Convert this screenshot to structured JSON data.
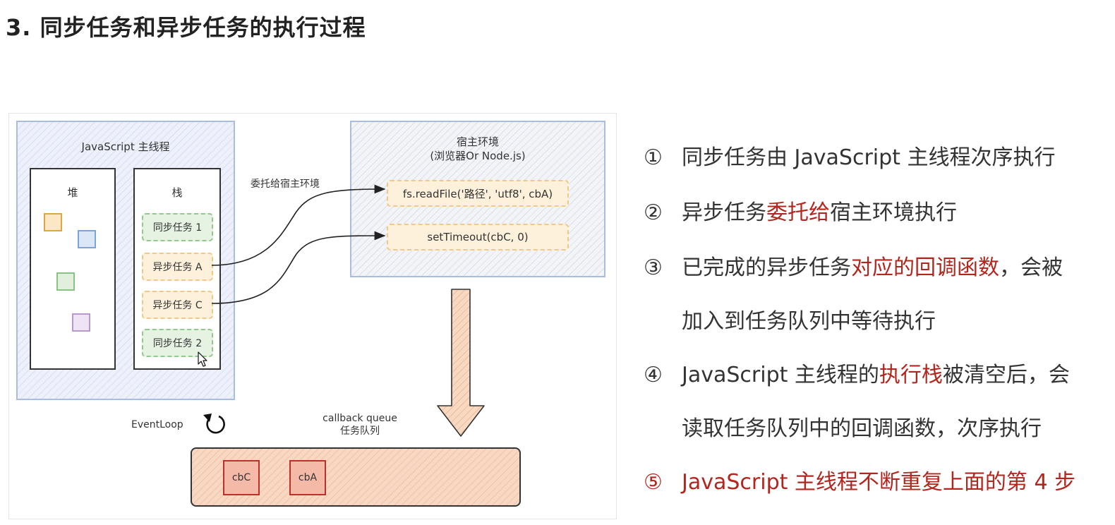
{
  "title": "3. 同步任务和异步任务的执行过程",
  "diagram": {
    "main_thread_title": "JavaScript 主线程",
    "heap_label": "堆",
    "stack_label": "栈",
    "stack_items": [
      "同步任务 1",
      "异步任务 A",
      "异步任务 C",
      "同步任务 2"
    ],
    "delegate_label": "委托给宿主环境",
    "host_title_line1": "宿主环境",
    "host_title_line2": "(浏览器Or Node.js)",
    "host_items": [
      "fs.readFile('路径', 'utf8', cbA)",
      "setTimeout(cbC, 0)"
    ],
    "eventloop_label": "EventLoop",
    "queue_title_line1": "callback queue",
    "queue_title_line2": "任务队列",
    "queue_items": [
      "cbC",
      "cbA"
    ]
  },
  "steps": {
    "s1_num": "①",
    "s1_text": "同步任务由 JavaScript 主线程次序执行",
    "s2_num": "②",
    "s2_a": "异步任务",
    "s2_hl": "委托给",
    "s2_b": "宿主环境执行",
    "s3_num": "③",
    "s3_a": "已完成的异步任务",
    "s3_hl": "对应的回调函数",
    "s3_b": "，会被",
    "s3_line2": "加入到任务队列中等待执行",
    "s4_num": "④",
    "s4_a": "JavaScript 主线程的",
    "s4_hl": "执行栈",
    "s4_b": "被清空后，会",
    "s4_line2": "读取任务队列中的回调函数，次序执行",
    "s5_num": "⑤",
    "s5_text": "JavaScript 主线程不断重复上面的第 4 步"
  },
  "colors": {
    "highlight": "#b3261e",
    "sync_task": "#e6f3e3",
    "async_task": "#fdf1dc",
    "queue_fill": "#f8d8c3"
  }
}
